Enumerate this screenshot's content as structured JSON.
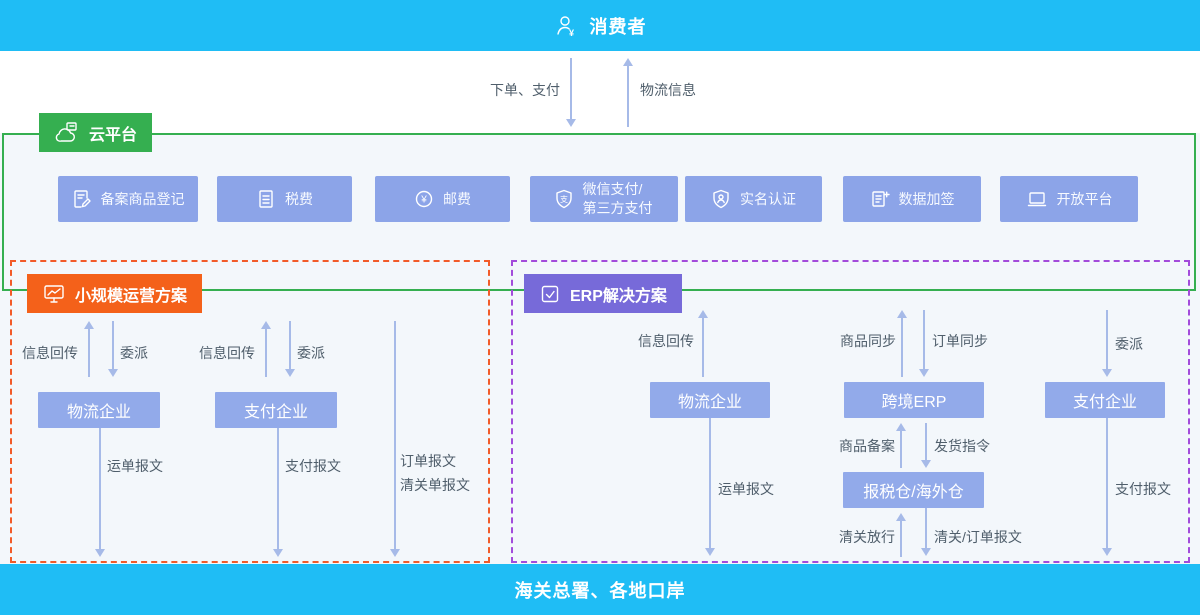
{
  "top_bar": {
    "title": "消费者",
    "icon": "user-yen-icon"
  },
  "consumer_flow": {
    "down": "下单、支付",
    "up": "物流信息"
  },
  "cloud": {
    "title": "云平台",
    "icon": "cloud-icon",
    "services": [
      {
        "label": "备案商品登记",
        "icon": "doc-edit-icon"
      },
      {
        "label": "税费",
        "icon": "invoice-icon"
      },
      {
        "label": "邮费",
        "icon": "yen-circle-icon"
      },
      {
        "label": "微信支付/第三方支付",
        "icon": "shield-pay-icon"
      },
      {
        "label": "实名认证",
        "icon": "shield-user-icon"
      },
      {
        "label": "数据加签",
        "icon": "doc-plus-icon"
      },
      {
        "label": "开放平台",
        "icon": "laptop-icon"
      }
    ]
  },
  "small_scale": {
    "title": "小规模运营方案",
    "icon": "monitor-chart-icon",
    "logistics": {
      "name": "物流企业",
      "up": "信息回传",
      "down": "委派",
      "out": "运单报文"
    },
    "payment": {
      "name": "支付企业",
      "up": "信息回传",
      "down": "委派",
      "out": "支付报文"
    },
    "direct": {
      "line1": "订单报文",
      "line2": "清关单报文"
    }
  },
  "erp": {
    "title": "ERP解决方案",
    "icon": "stamp-check-icon",
    "logistics": {
      "name": "物流企业",
      "up": "信息回传",
      "out": "运单报文"
    },
    "cross_border_erp": {
      "name": "跨境ERP",
      "up": "商品同步",
      "down": "订单同步"
    },
    "warehouse": {
      "name": "报税仓/海外仓",
      "up": "商品备案",
      "down": "发货指令",
      "out_up": "清关放行",
      "out_down": "清关/订单报文"
    },
    "payment": {
      "name": "支付企业",
      "down": "委派",
      "out": "支付报文"
    }
  },
  "bottom_bar": {
    "title": "海关总署、各地口岸"
  },
  "colors": {
    "bar_cyan": "#1fbdf5",
    "green": "#35af50",
    "orange_tag": "#f4611a",
    "orange_dash": "#f25b29",
    "purple_tag": "#776ad9",
    "purple_dash": "#a34bdb",
    "service_chip": "#8ca4e8",
    "node": "#92aaea",
    "arrow": "#a6bae8",
    "label_text": "#4f5e6b",
    "section_bg": "#f3f7fb"
  }
}
